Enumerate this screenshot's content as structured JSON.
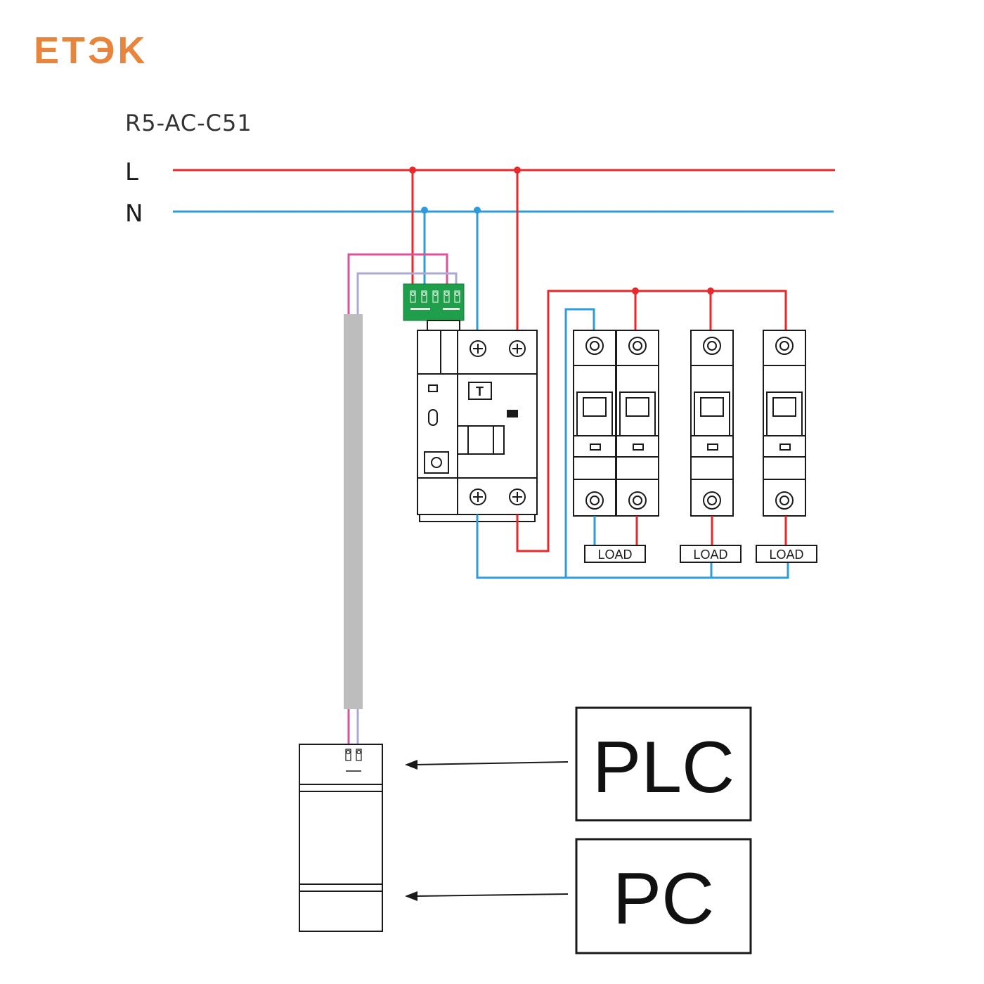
{
  "logo": {
    "text": "ETЭK",
    "color": "#E8853D"
  },
  "model": "R5-AC-C51",
  "lines": {
    "live_label": "L",
    "neutral_label": "N"
  },
  "loads": [
    "LOAD",
    "LOAD",
    "LOAD"
  ],
  "boxes": {
    "plc": "PLC",
    "pc": "PC"
  },
  "colors": {
    "live": "#E8282B",
    "neutral": "#2E9BDA",
    "signal_a": "#D9539B",
    "signal_b": "#A9A9D6",
    "cable": "#BDBDBD",
    "terminal": "#1F9E4B",
    "ink": "#1a1a1a"
  }
}
